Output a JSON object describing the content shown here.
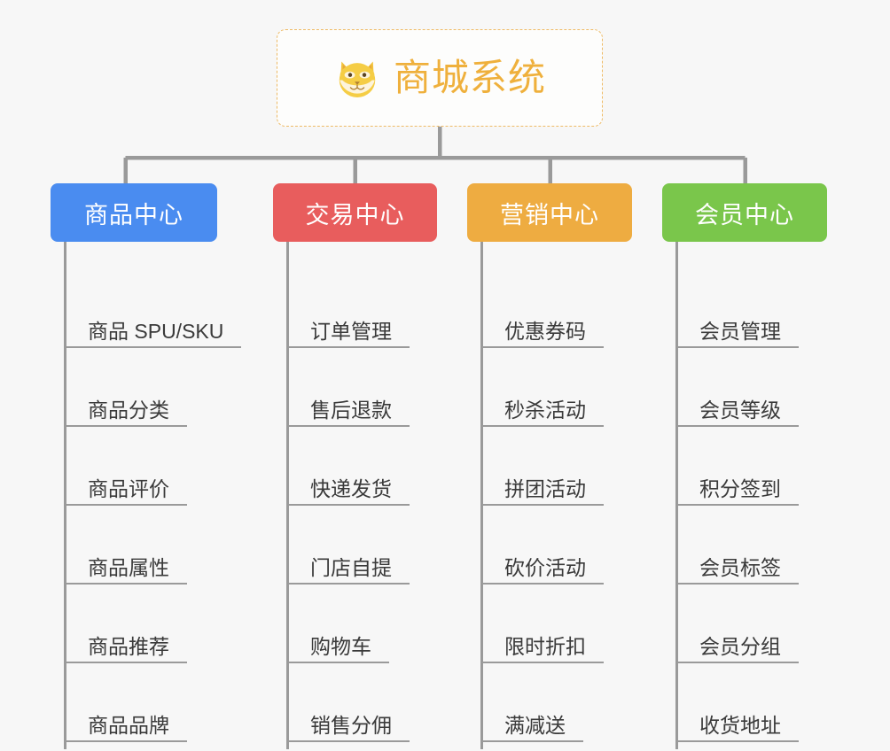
{
  "diagram": {
    "background_color": "#f7f7f7",
    "root": {
      "title": "商城系统",
      "icon": "shiba-dog-face-icon",
      "text_color": "#efb03c",
      "border_color": "#eebb66"
    },
    "connector_color": "#9a9a9a",
    "branches": [
      {
        "label": "商品中心",
        "color": "#4a8cf0",
        "items": [
          "商品 SPU/SKU",
          "商品分类",
          "商品评价",
          "商品属性",
          "商品推荐",
          "商品品牌"
        ]
      },
      {
        "label": "交易中心",
        "color": "#e85d5d",
        "items": [
          "订单管理",
          "售后退款",
          "快递发货",
          "门店自提",
          "购物车",
          "销售分佣"
        ]
      },
      {
        "label": "营销中心",
        "color": "#eeac41",
        "items": [
          "优惠券码",
          "秒杀活动",
          "拼团活动",
          "砍价活动",
          "限时折扣",
          "满减送"
        ]
      },
      {
        "label": "会员中心",
        "color": "#7ac64b",
        "items": [
          "会员管理",
          "会员等级",
          "积分签到",
          "会员标签",
          "会员分组",
          "收货地址"
        ]
      }
    ]
  }
}
